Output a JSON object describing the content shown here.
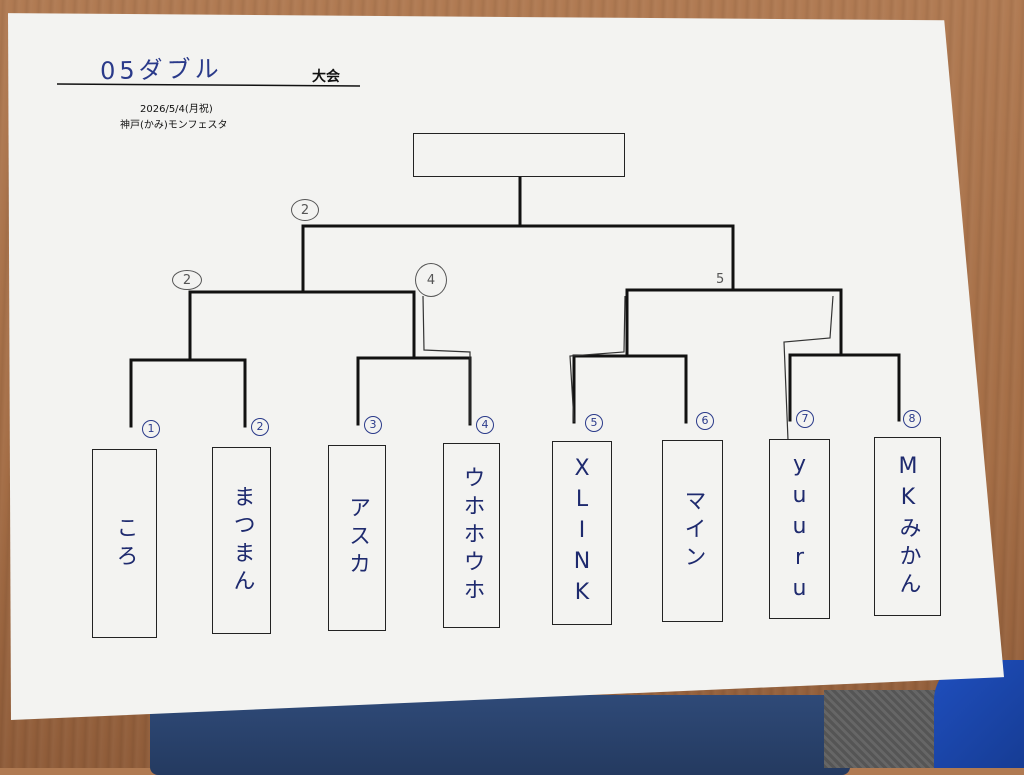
{
  "header": {
    "title": "05ダブル",
    "suffix": "大会",
    "date": "2026/5/4(月祝)",
    "venue": "神戸(かみ)モンフェスタ"
  },
  "scores": {
    "final_left": "2",
    "semi_left": "2",
    "semi_right": "5",
    "qf_mid_left": "4"
  },
  "players": [
    {
      "seed": "1",
      "name": "ころ"
    },
    {
      "seed": "2",
      "name": "まつまん"
    },
    {
      "seed": "3",
      "name": "アスカ"
    },
    {
      "seed": "4",
      "name": "ウホホウホ"
    },
    {
      "seed": "5",
      "name": "XLINK"
    },
    {
      "seed": "6",
      "name": "マイン"
    },
    {
      "seed": "7",
      "name": "yuuru"
    },
    {
      "seed": "8",
      "name": "MKみかん"
    }
  ],
  "colors": {
    "ink_blue": "#1e2a6e",
    "bracket_black": "#111111",
    "paper": "#f3f3f1"
  }
}
